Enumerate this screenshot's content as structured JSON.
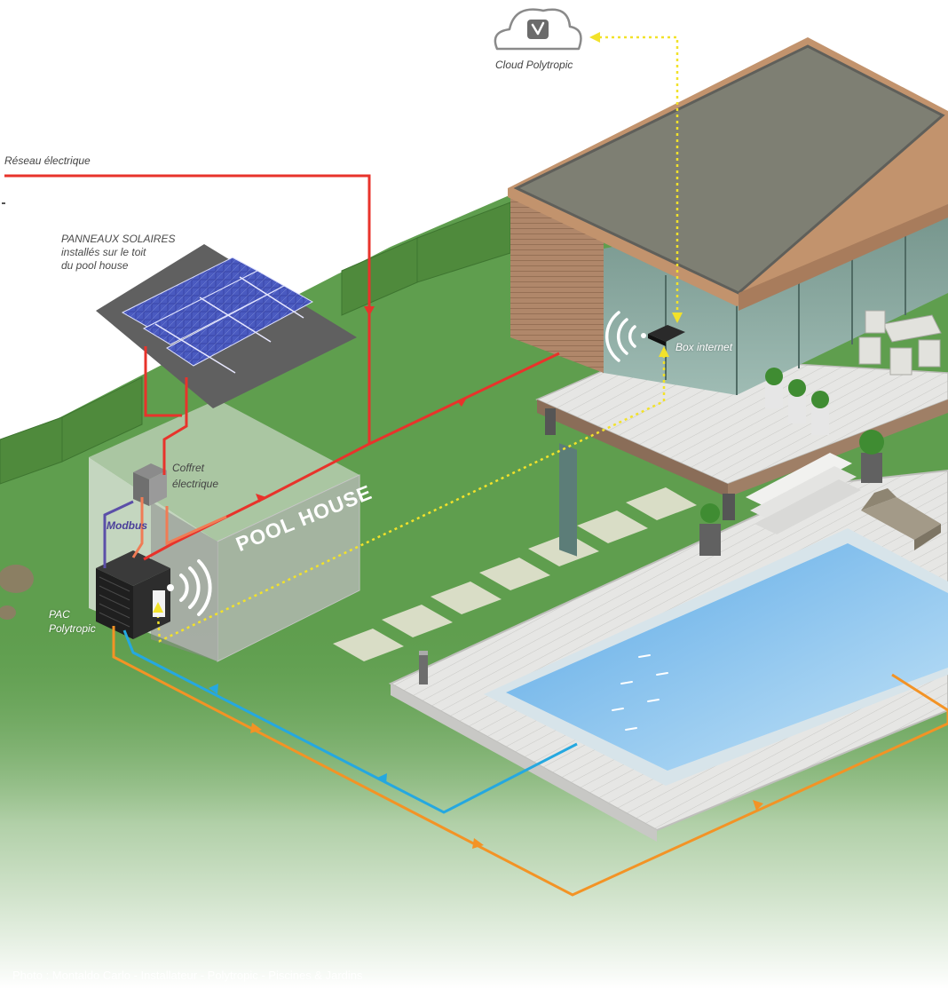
{
  "labels": {
    "cloud": "Cloud Polytropic",
    "grid": "Réseau électrique",
    "solar_line1": "PANNEAUX SOLAIRES",
    "solar_line2": "installés sur le toit",
    "solar_line3": "du pool house",
    "box_internet": "Box internet",
    "coffret_line1": "Coffret",
    "coffret_line2": "électrique",
    "modbus": "Modbus",
    "pac_line1": "PAC",
    "pac_line2": "Polytropic",
    "pool_house": "POOL HOUSE"
  },
  "footer": "Photo : Montaldo Carlo - Installateur - Polytropic - Piscines & Jardins",
  "colors": {
    "power_line": "#e8332b",
    "data_link": "#f2e22a",
    "water_hot": "#f39325",
    "water_cold": "#25a8e0",
    "modbus": "#5b4fa8",
    "lawn": "#5f9e4e",
    "pool": "#8ec6ee"
  },
  "icons": [
    "cloud-icon",
    "wifi-icon",
    "solar-panel-icon",
    "router-icon",
    "heat-pump-icon"
  ]
}
